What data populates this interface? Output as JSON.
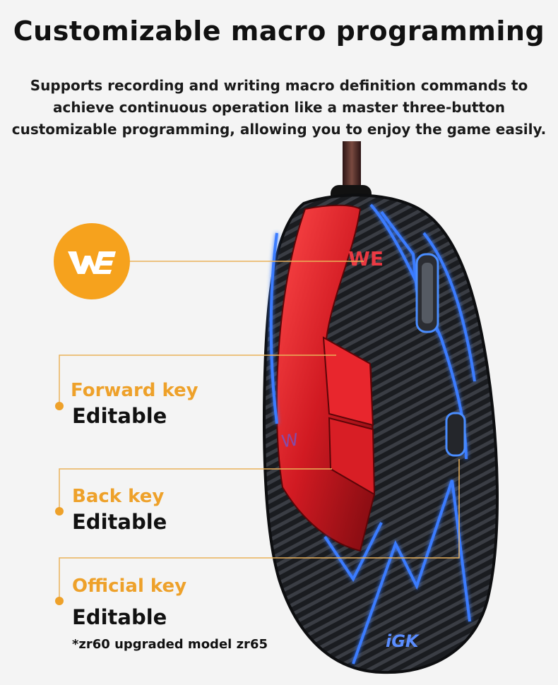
{
  "header": {
    "title": "Customizable macro programming",
    "subtitle_lines": [
      "Supports recording and writing macro definition commands to",
      "achieve continuous operation like a master three-button",
      "customizable programming, allowing you to enjoy the game easily."
    ]
  },
  "logo": {
    "brand": "WE",
    "color": "#f6a21d"
  },
  "callouts": [
    {
      "label": "Forward key",
      "value": "Editable"
    },
    {
      "label": "Back key",
      "value": "Editable"
    },
    {
      "label": "Official key",
      "value": "Editable"
    }
  ],
  "mouse": {
    "brand_mark": "iGK",
    "accent_red": "#d11a22",
    "glow_blue": "#2f6bff"
  },
  "footnote": "*zr60 upgraded model zr65",
  "colors": {
    "accent": "#eea12a",
    "line": "#e9b25a"
  }
}
